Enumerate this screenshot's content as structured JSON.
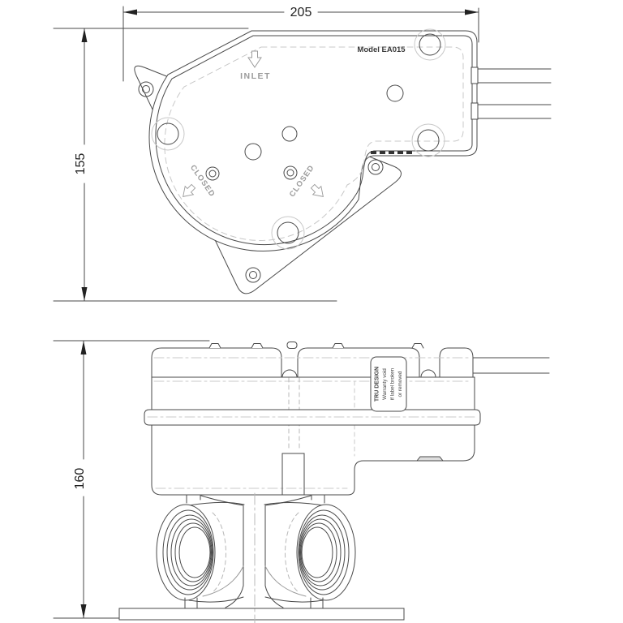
{
  "page": {
    "background": "#ffffff",
    "description": "2-view dimensioned engineering drawing of a motorised valve actuator"
  },
  "drawing": {
    "model_label": "Model EA015",
    "annotations": {
      "inlet": "INLET",
      "closed_left": "CLOSED",
      "closed_right": "CLOSED"
    },
    "dimensions": {
      "top_width": "205",
      "top_height": "155",
      "front_height": "160"
    },
    "warranty_label": {
      "lines": [
        "TRU DESIGN",
        "Warranty void",
        "if label broken",
        "or removed"
      ]
    },
    "colors": {
      "line": "#4a4a4a",
      "faint": "#c8c8c8",
      "hidden": "#b8b8b8",
      "engraved": "#9b9b9b",
      "dim_text": "#222222",
      "vent": "#333333",
      "background": "#ffffff"
    }
  }
}
